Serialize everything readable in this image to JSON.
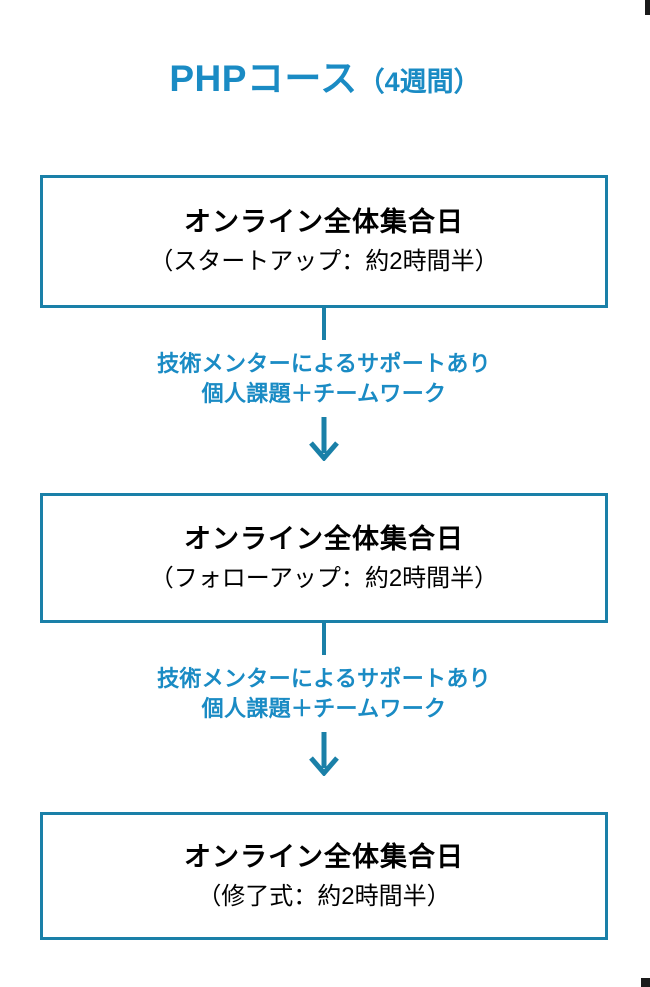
{
  "page": {
    "title_main": "PHPコース",
    "title_sub": "（4週間）"
  },
  "colors": {
    "accent_border": "#1a80a8",
    "accent_text": "#1a8bc4",
    "body_text": "#000000",
    "background": "#ffffff"
  },
  "flow": {
    "nodes": [
      {
        "title": "オンライン全体集合日",
        "sub": "（スタートアップ：約2時間半）"
      },
      {
        "title": "オンライン全体集合日",
        "sub": "（フォローアップ：約2時間半）"
      },
      {
        "title": "オンライン全体集合日",
        "sub": "（修了式：約2時間半）"
      }
    ],
    "connectors": [
      {
        "line1": "技術メンターによるサポートあり",
        "line2": "個人課題＋チームワーク",
        "arrow": "down-arrow-icon"
      },
      {
        "line1": "技術メンターによるサポートあり",
        "line2": "個人課題＋チームワーク",
        "arrow": "down-arrow-icon"
      }
    ]
  }
}
